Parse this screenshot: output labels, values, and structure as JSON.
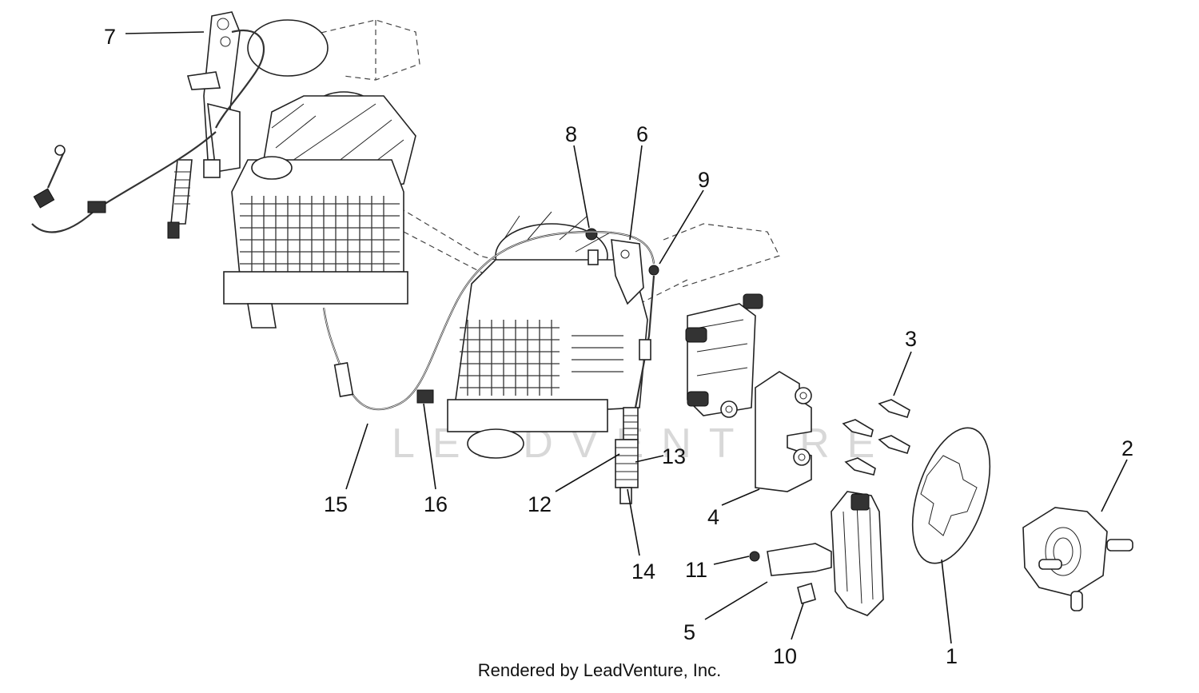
{
  "watermark": "LEADVENTURE",
  "footer": "Rendered by LeadVenture, Inc.",
  "callouts": {
    "c1": "1",
    "c2": "2",
    "c3": "3",
    "c4": "4",
    "c5": "5",
    "c6": "6",
    "c7": "7",
    "c8": "8",
    "c9": "9",
    "c10": "10",
    "c11": "11",
    "c12": "12",
    "c13": "13",
    "c14": "14",
    "c15": "15",
    "c16": "16"
  }
}
